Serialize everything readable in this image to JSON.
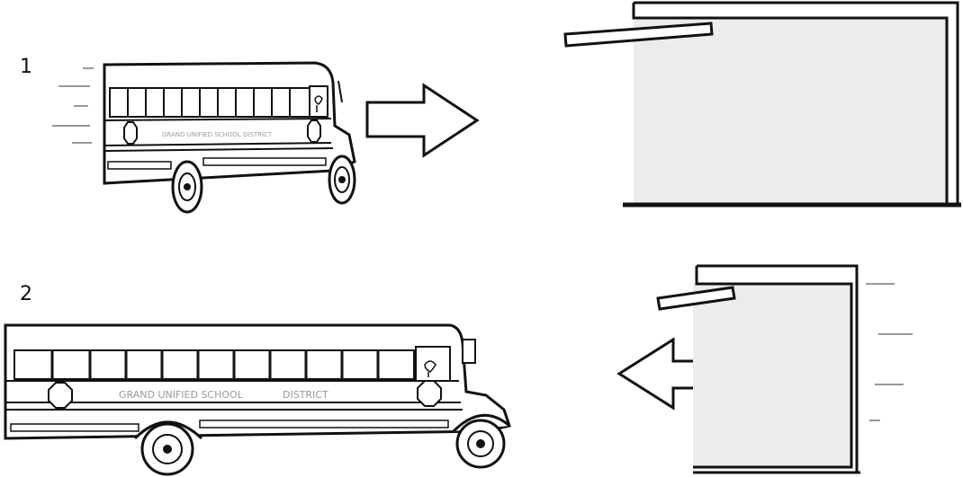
{
  "panels": [
    {
      "number": "1",
      "bus_text": "GRAND UNIFIED SCHOOL",
      "bus_text2": "DISTRICT"
    },
    {
      "number": "2",
      "bus_text": "GRAND UNIFIED SCHOOL",
      "bus_text2": "DISTRICT"
    }
  ],
  "colors": {
    "stroke": "#111111",
    "light_fill": "#ececec",
    "text_faint": "#9a9a9a"
  },
  "icons": [
    "arrow-right-icon",
    "arrow-left-icon",
    "bus-icon",
    "garage-icon"
  ]
}
